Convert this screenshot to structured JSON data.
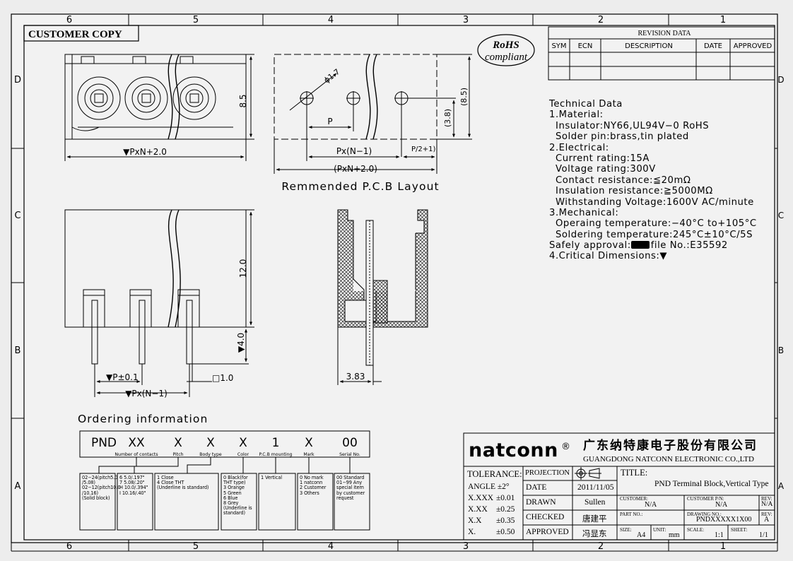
{
  "frame": {
    "zones_top": [
      "6",
      "5",
      "4",
      "3",
      "2",
      "1"
    ],
    "zones_bottom": [
      "6",
      "5",
      "4",
      "3",
      "2",
      "1"
    ],
    "zones_left": [
      "D",
      "C",
      "B",
      "A"
    ],
    "zones_right": [
      "D",
      "C",
      "B",
      "A"
    ]
  },
  "header": {
    "customer_copy": "CUSTOMER COPY",
    "rohs_line1": "RoHS",
    "rohs_line2": "compliant"
  },
  "revision": {
    "title": "REVISION DATA",
    "columns": [
      "SYM",
      "ECN",
      "DESCRIPTION",
      "DATE",
      "APPROVED"
    ]
  },
  "technical": {
    "lines": [
      {
        "text": "Technical Data",
        "indent": false
      },
      {
        "text": "1.Material:",
        "indent": false
      },
      {
        "text": "Insulator:NY66,UL94V−0 RoHS",
        "indent": true
      },
      {
        "text": "Solder pin:brass,tin plated",
        "indent": true
      },
      {
        "text": "2.Electrical:",
        "indent": false
      },
      {
        "text": "Current rating:15A",
        "indent": true
      },
      {
        "text": "Voltage rating:300V",
        "indent": true
      },
      {
        "text": "Contact resistance:≦20mΩ",
        "indent": true
      },
      {
        "text": "Insulation resistance:≧5000MΩ",
        "indent": true
      },
      {
        "text": "Withstanding Voltage:1600V AC/minute",
        "indent": true
      },
      {
        "text": "3.Mechanical:",
        "indent": false
      },
      {
        "text": "Operaing temperature:−40°C to+105°C",
        "indent": true
      },
      {
        "text": "Soldering temperature:245°C±10°C/5S",
        "indent": true
      }
    ],
    "safety_prefix": "Safely approval:",
    "safety_suffix": "file No.:E35592",
    "critical": "4.Critical Dimensions:▼"
  },
  "drawing": {
    "top_view_height": "8.5",
    "top_view_width": "▼PxN+2.0",
    "pcb_hole": "ϕ1.7",
    "pcb_pitch": "P",
    "pcb_height_outer": "(8.5)",
    "pcb_height_inner": "(3.8)",
    "pcb_span": "Px(N−1)",
    "pcb_offset": "P/2+1)",
    "pcb_total": "(PxN+2.0)",
    "pcb_caption": "Remmended P.C.B Layout",
    "front_height": "12.0",
    "front_pin_length": "▼4.0",
    "front_pitch_tol": "▼P±0.1",
    "front_pin_square": "□1.0",
    "front_span": "▼Px(N−1)",
    "side_width": "3.83"
  },
  "ordering": {
    "title": "Ordering information",
    "codes": [
      {
        "code": "PND",
        "label": ""
      },
      {
        "code": "XX",
        "label": "Number of contacts"
      },
      {
        "code": "X",
        "label": "Pitch"
      },
      {
        "code": "X",
        "label": "Body type"
      },
      {
        "code": "X",
        "label": "Color"
      },
      {
        "code": "1",
        "label": "P.C.B mounting"
      },
      {
        "code": "X",
        "label": "Mark"
      },
      {
        "code": "00",
        "label": "Serial No."
      }
    ],
    "boxes": [
      "02−24(pitch5.0\n/5.08)\n02−12(pitch10.0\n/10.16)\n(Solid block)",
      "6 5.0/.197\"\n7 5.08/.20\"\nH 10.0/.394\"\nI 10.16/.40\"",
      "1 Close\n4 Close THT\n(Underline is standard)",
      "0 Black(for\nTHT type)\n3 Orange\n5 Green\n6 Blue\n8 Grey\n(Underline is\nstandard)",
      "1 Vertical",
      "0 No mark\n1 natconn\n2 Customer\n3 Others",
      "00 Standard\n01−99 Any\nspecial item\nby customer\nrequest"
    ]
  },
  "title_block": {
    "brand": "natconn",
    "brand_mark": "®",
    "company_cn": "广东纳特康电子股份有限公司",
    "company_en": "GUANGDONG NATCONN ELECTRONIC CO.,LTD",
    "tolerance_label": "TOLERANCE:",
    "tolerances": [
      {
        "label": "ANGLE ±2°",
        "value": ""
      },
      {
        "label": "X.XXX",
        "value": "±0.01"
      },
      {
        "label": "X.XX",
        "value": "±0.25"
      },
      {
        "label": "X.X",
        "value": "±0.35"
      },
      {
        "label": "X.",
        "value": "±0.50"
      }
    ],
    "projection_label": "PROJECTION",
    "rows": [
      {
        "label": "DATE",
        "value": "2011/11/05"
      },
      {
        "label": "DRAWN",
        "value": "Sullen"
      },
      {
        "label": "CHECKED",
        "value": "唐建平"
      },
      {
        "label": "APPROVED",
        "value": "冯显东"
      }
    ],
    "title_label": "TITLE:",
    "title_value": "PND Terminal Block,Vertical Type",
    "customer_label": "CUSTOMER:",
    "customer_value": "N/A",
    "customer_pn_label": "CUSTOMER P/N:",
    "customer_pn_value": "N/A",
    "rev_label": "REV:",
    "rev_value": "N/A",
    "part_no_label": "PART NO.:",
    "drawing_no_label": "DRAWING NO.:",
    "drawing_no_value": "PNDXXXXX1X00",
    "rev2_label": "REV:",
    "rev2_value": "A",
    "size_label": "SIZE:",
    "size_value": "A4",
    "unit_label": "UNIT:",
    "unit_value": "mm",
    "scale_label": "SCALE:",
    "scale_value": "1:1",
    "sheet_label": "SHEET:",
    "sheet_value": "1/1"
  }
}
